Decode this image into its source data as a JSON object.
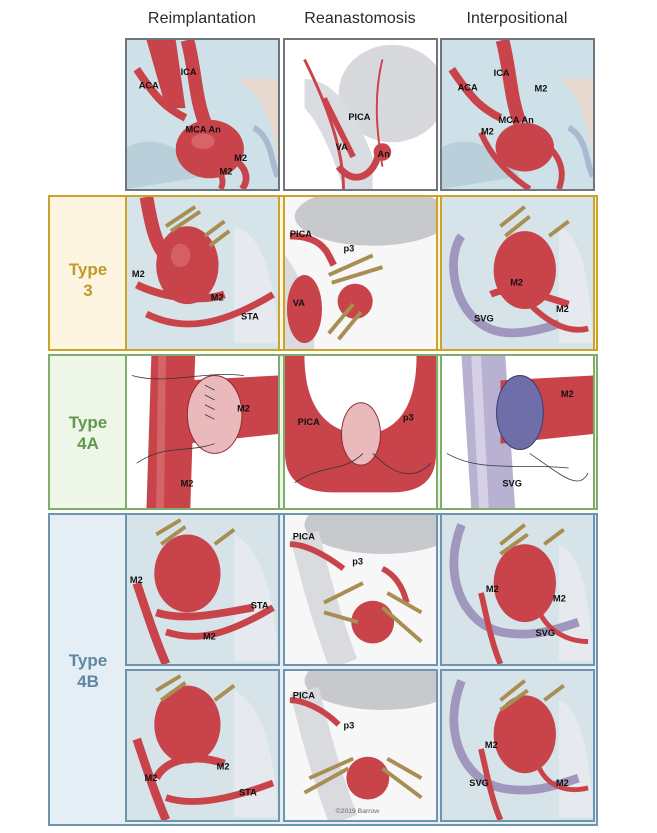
{
  "columns": [
    "Reimplantation",
    "Reanastomosis",
    "Interpositional"
  ],
  "colors": {
    "neutral_border": "#6f757b",
    "type3_border": "#c9a32a",
    "type3_fill": "#fdf5e2",
    "type3_text": "#c09a2a",
    "type4a_border": "#7fae6a",
    "type4a_fill": "#eef6e8",
    "type4a_text": "#5f9a4c",
    "type4b_border": "#6f94ad",
    "type4b_fill": "#e5eef5",
    "type4b_text": "#5f86a3",
    "vessel": "#c8444a",
    "vessel_dark": "#8e2a30",
    "graft": "#9f97bd",
    "clip": "#a88e52"
  },
  "rows": {
    "type3": {
      "line1": "Type",
      "line2": "3"
    },
    "type4a": {
      "line1": "Type",
      "line2": "4A"
    },
    "type4b": {
      "line1": "Type",
      "line2": "4B"
    }
  },
  "panels": {
    "r0c0": {
      "aca": "ACA",
      "ica": "ICA",
      "mca_an": "MCA An",
      "m2a": "M2",
      "m2b": "M2"
    },
    "r0c1": {
      "pica": "PICA",
      "va": "VA",
      "an": "An"
    },
    "r0c2": {
      "aca": "ACA",
      "ica": "ICA",
      "m2a": "M2",
      "mca_an": "MCA An",
      "m2b": "M2"
    },
    "r1c0": {
      "m2a": "M2",
      "m2b": "M2",
      "sta": "STA"
    },
    "r1c1": {
      "pica": "PICA",
      "p3": "p3",
      "va": "VA"
    },
    "r1c2": {
      "m2a": "M2",
      "svg": "SVG",
      "m2b": "M2"
    },
    "r2c0": {
      "m2a": "M2",
      "m2b": "M2"
    },
    "r2c1": {
      "pica": "PICA",
      "p3": "p3"
    },
    "r2c2": {
      "m2": "M2",
      "svg": "SVG"
    },
    "r3c0": {
      "m2a": "M2",
      "sta": "STA",
      "m2b": "M2"
    },
    "r3c1": {
      "pica": "PICA",
      "p3": "p3"
    },
    "r3c2": {
      "m2a": "M2",
      "m2b": "M2",
      "svg": "SVG"
    },
    "r4c0": {
      "m2a": "M2",
      "m2b": "M2",
      "sta": "STA"
    },
    "r4c1": {
      "pica": "PICA",
      "p3": "p3",
      "copyright": "©2019 Barrow"
    },
    "r4c2": {
      "m2a": "M2",
      "svg": "SVG",
      "m2b": "M2"
    }
  }
}
